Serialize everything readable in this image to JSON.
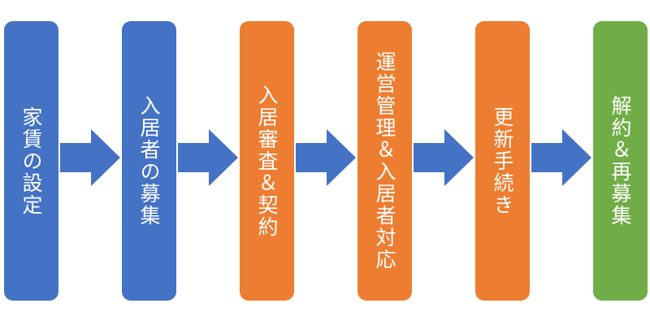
{
  "colors": {
    "blue": "#4472c4",
    "orange": "#ed7d31",
    "green": "#70ad47",
    "arrow": "#4472c4"
  },
  "steps": [
    {
      "label": "家賃の設定",
      "color": "#4472c4"
    },
    {
      "label": "入居者の募集",
      "color": "#4472c4"
    },
    {
      "label": "入居審査＆契約",
      "color": "#ed7d31"
    },
    {
      "label": "運営管理＆入居者対応",
      "color": "#ed7d31"
    },
    {
      "label": "更新手続き",
      "color": "#ed7d31"
    },
    {
      "label": "解約＆再募集",
      "color": "#70ad47"
    }
  ]
}
